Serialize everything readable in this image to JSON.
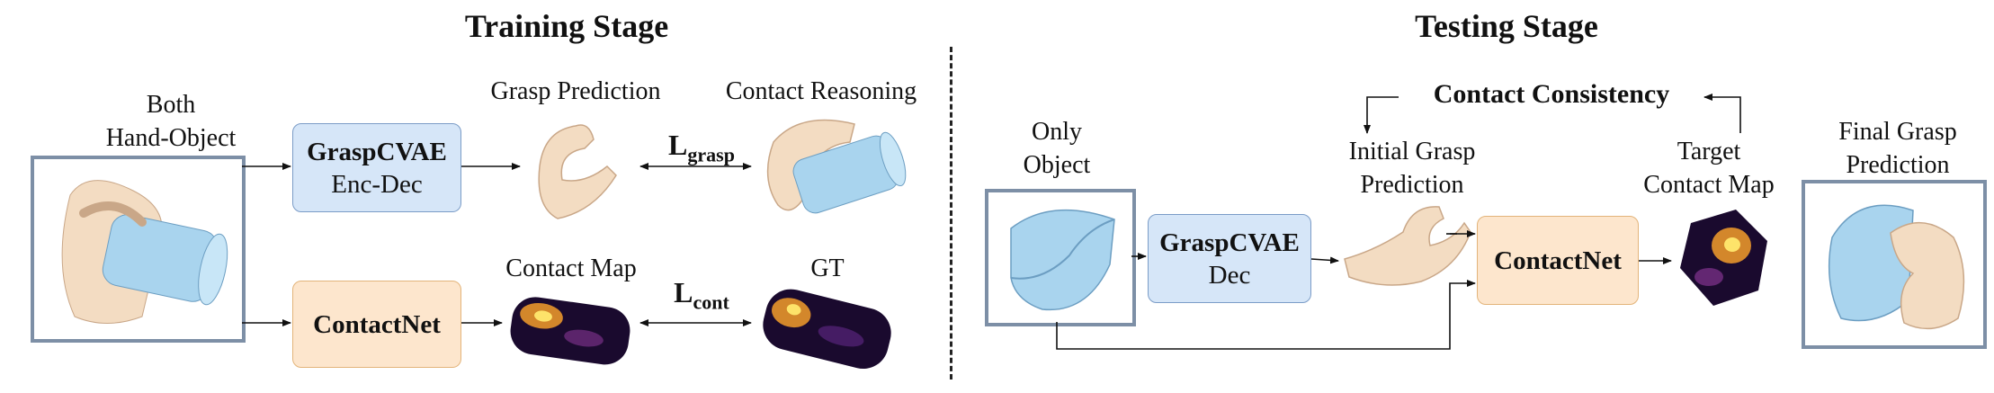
{
  "training": {
    "title": "Training Stage",
    "input_label": [
      "Both",
      "Hand-Object"
    ],
    "grasp_box": {
      "line1": "GraspCVAE",
      "line2": "Enc-Dec"
    },
    "contact_box": {
      "line1": "ContactNet"
    },
    "grasp_prediction_label": "Grasp Prediction",
    "contact_reasoning_label": "Contact Reasoning",
    "contact_map_label": "Contact Map",
    "gt_label": "GT",
    "loss_grasp": {
      "main": "L",
      "sub": "grasp"
    },
    "loss_cont": {
      "main": "L",
      "sub": "cont"
    }
  },
  "testing": {
    "title": "Testing Stage",
    "input_label": [
      "Only",
      "Object"
    ],
    "contact_consistency": "Contact Consistency",
    "grasp_box": {
      "line1": "GraspCVAE",
      "line2": "Dec"
    },
    "initial_label": [
      "Initial Grasp",
      "Prediction"
    ],
    "target_label": [
      "Target",
      "Contact Map"
    ],
    "contact_box": {
      "line1": "ContactNet"
    },
    "final_label": [
      "Final Grasp",
      "Prediction"
    ]
  },
  "colors": {
    "box_blue": "#d6e6f8",
    "box_orange": "#fde6cd",
    "frame": "#7d8fa6",
    "object_blue": "#a9d4ee",
    "skin": "#f3dcc2",
    "heatmap_dark": "#1a0a2e",
    "heatmap_hot": "#f59d2a"
  }
}
